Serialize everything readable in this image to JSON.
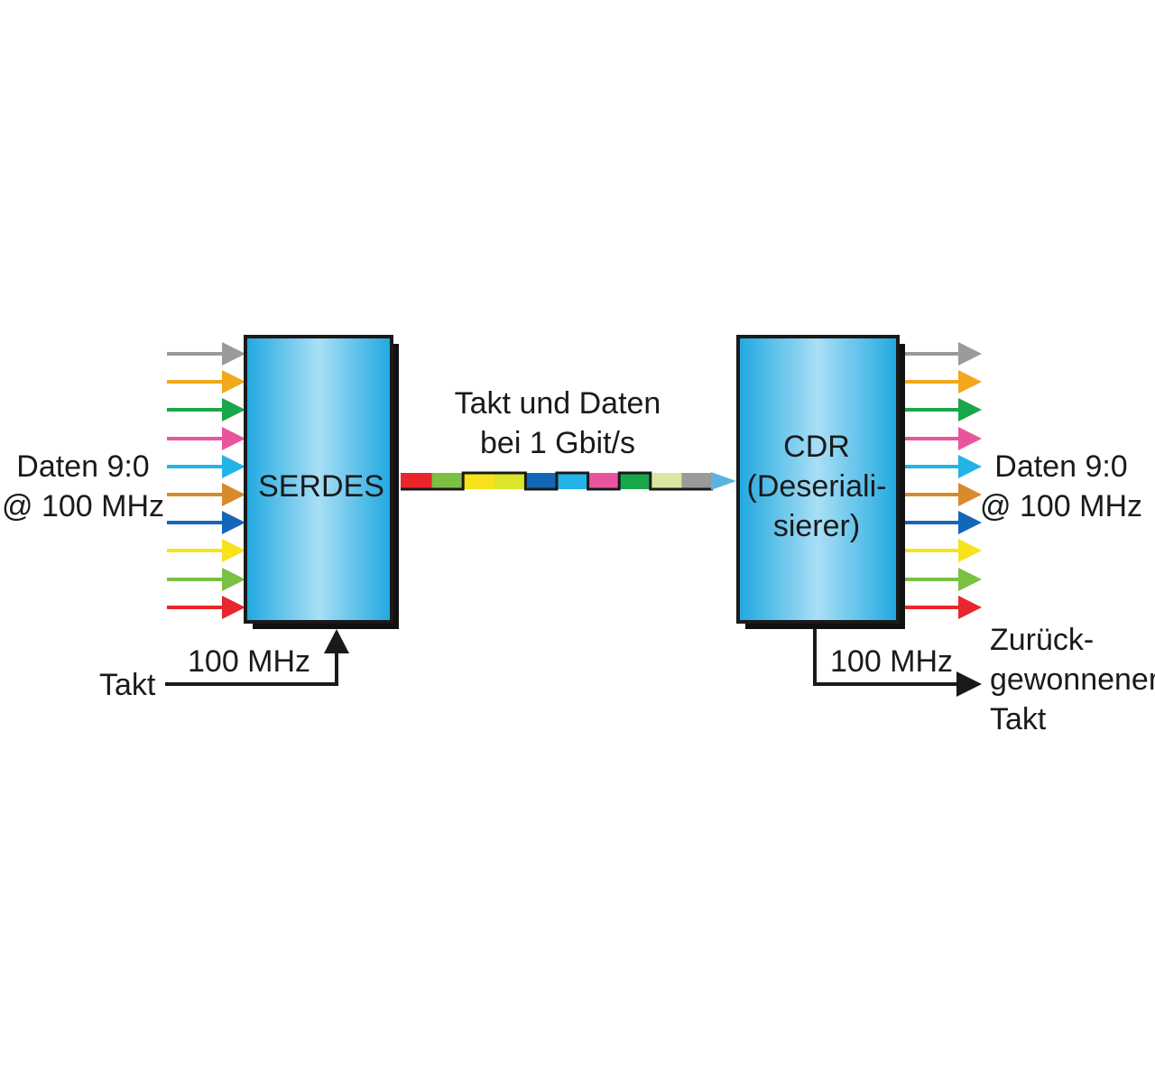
{
  "left_input": {
    "label_line1": "Daten 9:0",
    "label_line2": "@ 100 MHz"
  },
  "serdes": {
    "label": "SERDES"
  },
  "link": {
    "label_line1": "Takt und Daten",
    "label_line2": "bei 1 Gbit/s"
  },
  "cdr": {
    "label_line1": "CDR",
    "label_line2": "(Deseriali-",
    "label_line3": "sierer)"
  },
  "right_output": {
    "label_line1": "Daten 9:0",
    "label_line2": "@ 100 MHz"
  },
  "clock_in": {
    "label": "Takt",
    "freq": "100 MHz"
  },
  "clock_out": {
    "freq": "100 MHz",
    "label_line1": "Zurück-",
    "label_line2": "gewonnener",
    "label_line3": "Takt"
  },
  "colors": {
    "block_edge": "#1fa8e0",
    "block_center": "#a9dff6",
    "block_border": "#1a1a1a",
    "line": "#1a1a1a",
    "link_tip": "#5ab4e0",
    "bits": [
      "#9a9a9a",
      "#f2a81d",
      "#1aa64a",
      "#e9559d",
      "#22b4e8",
      "#d98a2b",
      "#1466b8",
      "#f7e21b",
      "#7bc043",
      "#e8262b"
    ],
    "serial_segments": [
      "#e8262b",
      "#7bc043",
      "#f7e21b",
      "#d9e62b",
      "#1466b8",
      "#22b4e8",
      "#e9559d",
      "#1aa64a",
      "#d8e7a3",
      "#9a9a9a"
    ]
  }
}
